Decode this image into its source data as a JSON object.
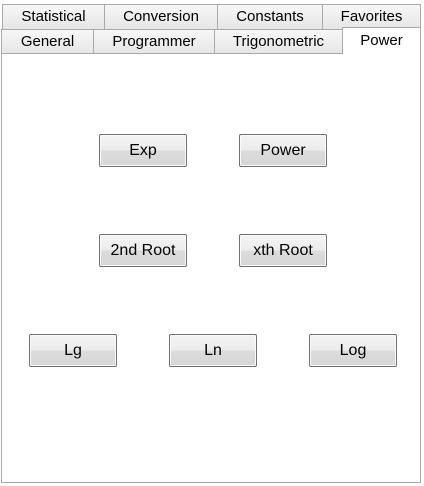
{
  "tabs": {
    "row_back": [
      "Statistical",
      "Conversion",
      "Constants",
      "Favorites"
    ],
    "row_front": [
      "General",
      "Programmer",
      "Trigonometric",
      "Power"
    ],
    "active": "Power"
  },
  "buttons": {
    "exp": "Exp",
    "power": "Power",
    "second_root": "2nd Root",
    "xth_root": "xth Root",
    "lg": "Lg",
    "ln": "Ln",
    "log": "Log"
  }
}
